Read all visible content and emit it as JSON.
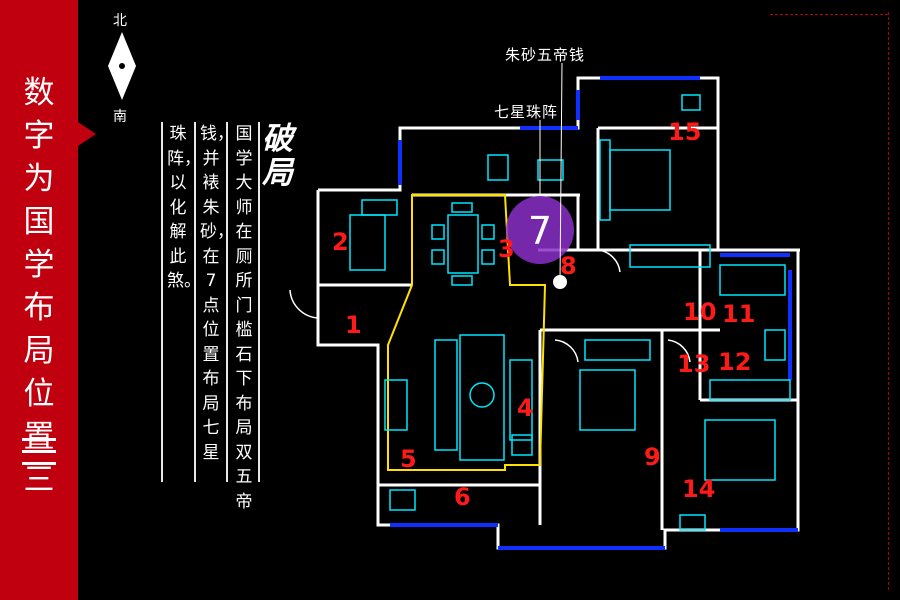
{
  "sidebar": {
    "title": "数字为国学布局位置三",
    "accent_color": "#c0000f"
  },
  "compass": {
    "north": "北",
    "south": "南"
  },
  "heading": "破局",
  "body_columns": [
    "国学大师在厕",
    "所门槛石下布局双五帝",
    "钱，并裱朱砂，在7点位置布局七星",
    "珠阵，以化解此煞。"
  ],
  "callouts": {
    "coin": "朱砂五帝钱",
    "pearl": "七星珠阵"
  },
  "highlight_number": "7",
  "room_numbers": [
    "1",
    "2",
    "3",
    "4",
    "5",
    "6",
    "8",
    "9",
    "10",
    "11",
    "12",
    "13",
    "14",
    "15"
  ],
  "colors": {
    "walls": "#ffffff",
    "zone": "#ffe000",
    "furniture": "#00e5ff",
    "window": "#1030ff",
    "numbers": "#ff1a1a"
  }
}
